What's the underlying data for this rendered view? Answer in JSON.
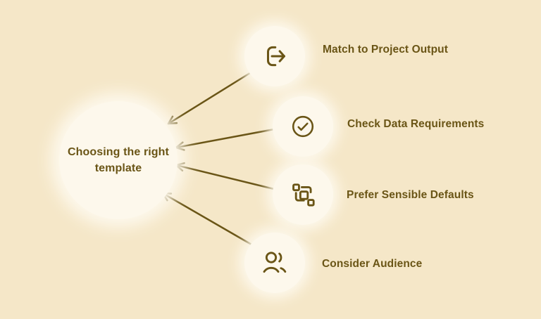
{
  "center": {
    "title": "Choosing the right template"
  },
  "nodes": [
    {
      "label": "Match to Project Output",
      "icon": "export-icon"
    },
    {
      "label": "Check Data Requirements",
      "icon": "check-circle-icon"
    },
    {
      "label": "Prefer Sensible Defaults",
      "icon": "blocks-icon"
    },
    {
      "label": "Consider Audience",
      "icon": "users-icon"
    }
  ],
  "colors": {
    "background": "#f5e7c8",
    "circle_fill": "#fdf8ec",
    "ink": "#6a5516"
  }
}
